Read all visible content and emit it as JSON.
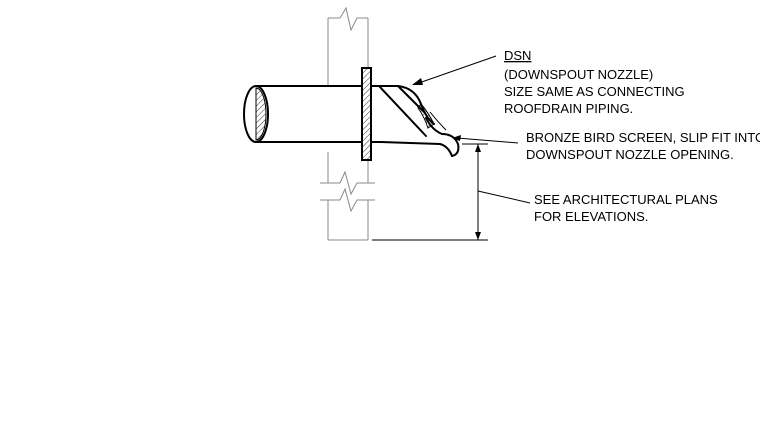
{
  "notes": {
    "dsn": {
      "title": "DSN",
      "lines": [
        "(DOWNSPOUT NOZZLE)",
        "SIZE SAME AS CONNECTING",
        "ROOFDRAIN PIPING."
      ]
    },
    "screen": {
      "lines": [
        "BRONZE BIRD SCREEN, SLIP FIT INTO",
        "DOWNSPOUT NOZZLE OPENING."
      ]
    },
    "elevation": {
      "lines": [
        "SEE ARCHITECTURAL PLANS",
        "FOR ELEVATIONS."
      ]
    }
  }
}
